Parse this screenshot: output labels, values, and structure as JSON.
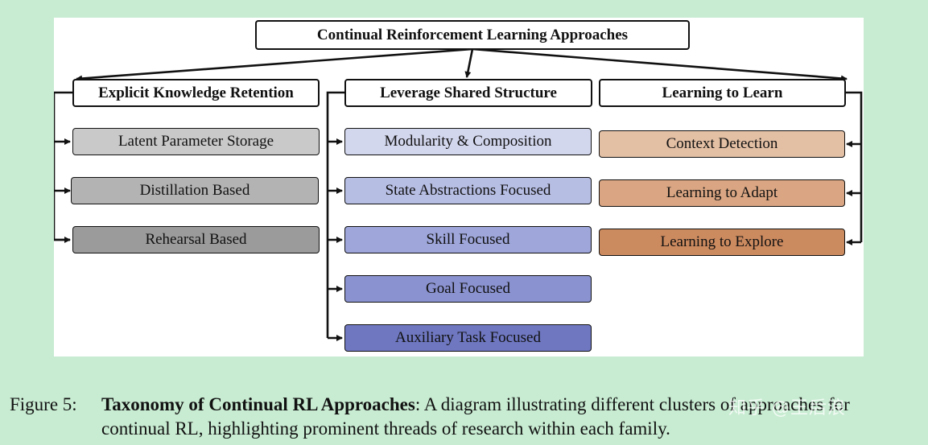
{
  "root": {
    "label": "Continual Reinforcement Learning Approaches"
  },
  "branches": [
    {
      "label": "Explicit Knowledge Retention",
      "items": [
        {
          "label": "Latent Parameter Storage",
          "color": "#c9c9c9"
        },
        {
          "label": "Distillation Based",
          "color": "#b3b3b3"
        },
        {
          "label": "Rehearsal Based",
          "color": "#9b9b9b"
        }
      ]
    },
    {
      "label": "Leverage Shared Structure",
      "items": [
        {
          "label": "Modularity & Composition",
          "color": "#d3d7ee"
        },
        {
          "label": "State Abstractions Focused",
          "color": "#b7bee4"
        },
        {
          "label": "Skill Focused",
          "color": "#9ea6da"
        },
        {
          "label": "Goal Focused",
          "color": "#8a92cf"
        },
        {
          "label": "Auxiliary Task Focused",
          "color": "#6e77c0"
        }
      ]
    },
    {
      "label": "Learning to Learn",
      "items": [
        {
          "label": "Context Detection",
          "color": "#e3bfa4"
        },
        {
          "label": "Learning to Adapt",
          "color": "#d9a582"
        },
        {
          "label": "Learning to Explore",
          "color": "#cc8a5f"
        }
      ]
    }
  ],
  "caption": {
    "figure_label": "Figure 5:",
    "title": "Taxonomy of Continual RL Approaches",
    "text": ": A diagram illustrating different clusters of approaches for continual RL, highlighting prominent threads of research within each family."
  },
  "watermark": "知乎 @王后浪"
}
